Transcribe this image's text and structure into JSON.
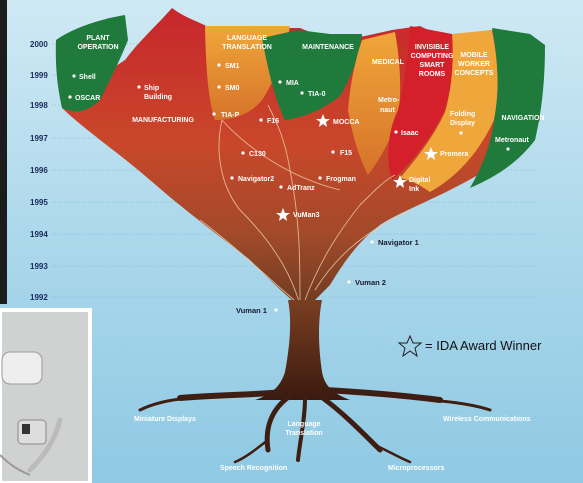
{
  "years": [
    "2000",
    "1999",
    "1998",
    "1997",
    "1996",
    "1995",
    "1994",
    "1993",
    "1992"
  ],
  "regions": {
    "plant_operation": [
      "PLANT",
      "OPERATION"
    ],
    "manufacturing": [
      "MANUFACTURING"
    ],
    "language_translation": [
      "LANGUAGE",
      "TRANSLATION"
    ],
    "maintenance": [
      "MAINTENANCE"
    ],
    "medical": [
      "MEDICAL"
    ],
    "invisible_computing": [
      "INVISIBLE",
      "COMPUTING",
      "SMART",
      "ROOMS"
    ],
    "mobile_worker": [
      "MOBILE",
      "WORKER",
      "CONCEPTS"
    ],
    "navigation": [
      "NAVIGATION"
    ]
  },
  "products": {
    "shell": "Shell",
    "oscar": "OSCAR",
    "ship_building": [
      "Ship",
      "Building"
    ],
    "sm1": "SM1",
    "sm0": "SM0",
    "tia_p": "TIA-P",
    "mia": "MIA",
    "tia_0": "TIA-0",
    "f16": "F16",
    "mocca": "MOCCA",
    "metronaut_medical": [
      "Metro-",
      "naut"
    ],
    "isaac": "Isaac",
    "folding_display": [
      "Folding",
      "Display"
    ],
    "promera": "Promera",
    "metronaut_nav": "Metronaut",
    "c130": "C130",
    "f15": "F15",
    "navigator2": "Navigator2",
    "adtranz": "AdTranz",
    "frogman": "Frogman",
    "digital_ink": [
      "Digital",
      "Ink"
    ],
    "vuman3": "VuMan3",
    "navigator1": "Navigator 1",
    "vuman2": "Vuman 2",
    "vuman1": "Vuman 1"
  },
  "legend": {
    "text": "= IDA Award Winner"
  },
  "roots": {
    "miniature_displays": "Miniature Displays",
    "language_translation": [
      "Language",
      "Translation"
    ],
    "wireless": "Wireless Communications",
    "speech": "Speech Recognition",
    "microprocessors": "Microprocessors"
  },
  "colors": {
    "green": "#1f7a3c",
    "red": "#c8262c",
    "orange": "#e48a23",
    "yellow": "#f3b63a",
    "trunk": "#4a2415",
    "year_text": "#1a2a5a"
  }
}
